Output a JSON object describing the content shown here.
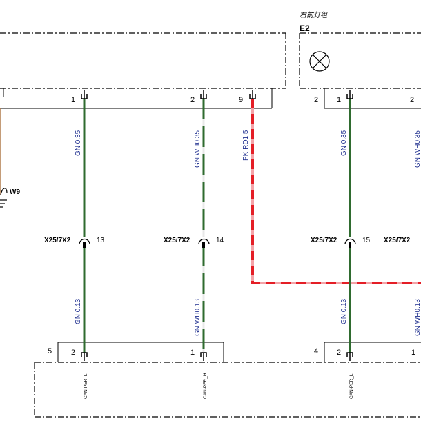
{
  "header": {
    "component_title": "右前灯组",
    "component_id": "E2"
  },
  "ground": {
    "label": "W9"
  },
  "top_pins": {
    "left_1": "1",
    "left_2": "2",
    "left_9": "9",
    "right_2a": "2",
    "right_1": "1",
    "right_2b": "2"
  },
  "bottom_pins": {
    "pin_5": "5",
    "pin_2a": "2",
    "pin_1a": "1",
    "pin_4": "4",
    "pin_2b": "2",
    "pin_1b": "1"
  },
  "wires": {
    "w1_upper": "GN 0.35",
    "w2_upper": "GN WH0.35",
    "w3_upper": "PK RD1.5",
    "w4_upper": "GN 0.35",
    "w5_upper": "GN WH0.35",
    "w1_lower": "GN 0.13",
    "w2_lower": "GN WH0.13",
    "w4_lower": "GN 0.13",
    "w5_lower": "GN WH0.13"
  },
  "splices": {
    "s1_label": "X25/7X2",
    "s1_pin": "13",
    "s2_label": "X25/7X2",
    "s2_pin": "14",
    "s3_label": "X25/7X2",
    "s3_pin": "15",
    "s4_label": "X25/7X2"
  },
  "signals": {
    "sig1": "CAN-PER_L",
    "sig2": "CAN-PER_H",
    "sig3": "CAN-PER_L"
  },
  "colors": {
    "green": "#2f6b2f",
    "red": "#e41e26",
    "pink": "#f4a3a8",
    "brown": "#b07a4a",
    "label_blue": "#1f2f8f"
  }
}
